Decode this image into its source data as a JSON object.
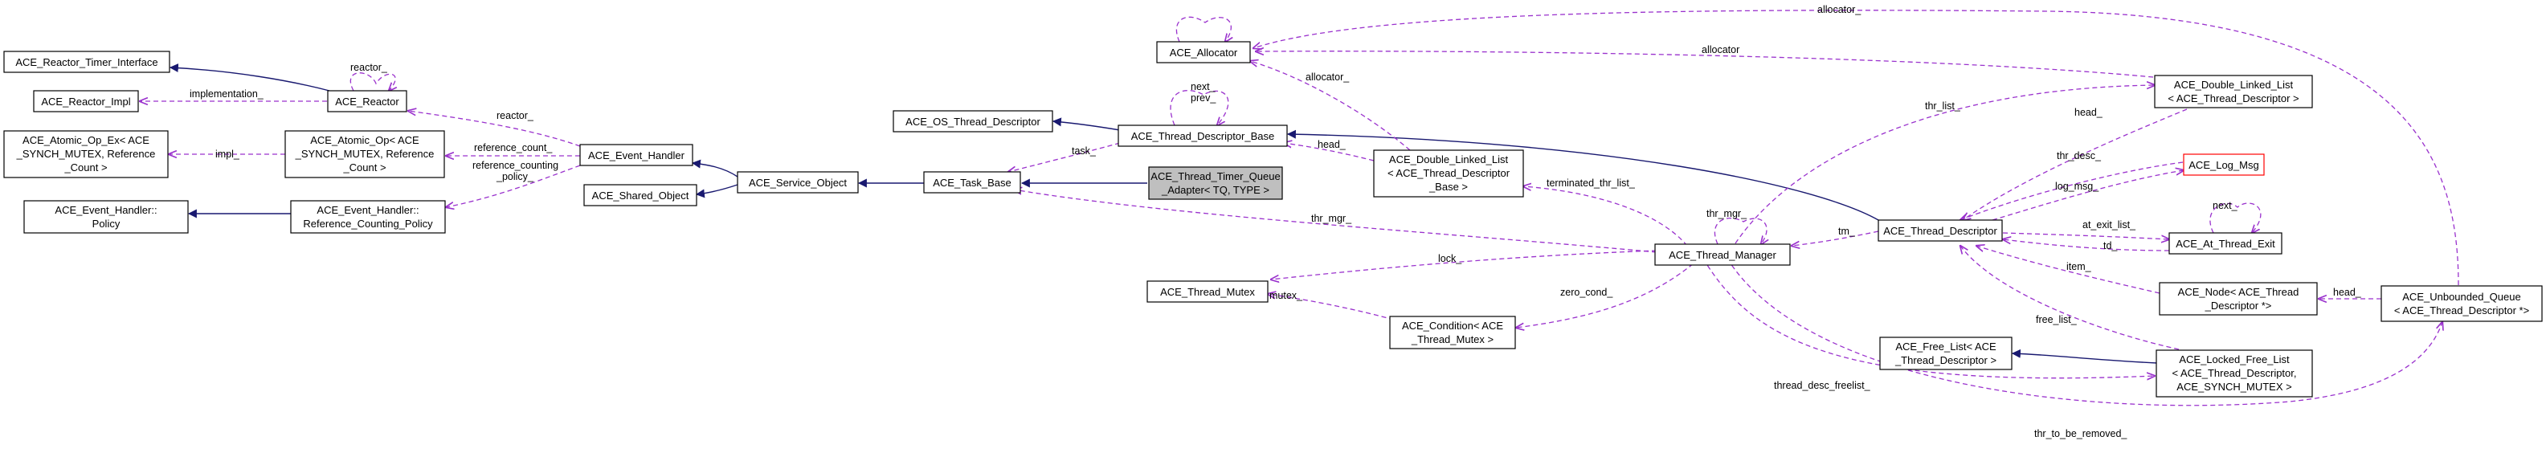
{
  "nodes": [
    {
      "id": "reactor_timer",
      "lines": [
        "ACE_Reactor_Timer_Interface"
      ]
    },
    {
      "id": "reactor_impl",
      "lines": [
        "ACE_Reactor_Impl"
      ]
    },
    {
      "id": "reactor",
      "lines": [
        "ACE_Reactor"
      ]
    },
    {
      "id": "atomic_op_ex",
      "lines": [
        "ACE_Atomic_Op_Ex< ACE",
        "_SYNCH_MUTEX, Reference",
        "_Count >"
      ]
    },
    {
      "id": "atomic_op",
      "lines": [
        "ACE_Atomic_Op< ACE",
        "_SYNCH_MUTEX, Reference",
        "_Count >"
      ]
    },
    {
      "id": "eh_policy",
      "lines": [
        "ACE_Event_Handler::",
        "Policy"
      ]
    },
    {
      "id": "eh_refpolicy",
      "lines": [
        "ACE_Event_Handler::",
        "Reference_Counting_Policy"
      ]
    },
    {
      "id": "event_handler",
      "lines": [
        "ACE_Event_Handler"
      ]
    },
    {
      "id": "shared_object",
      "lines": [
        "ACE_Shared_Object"
      ]
    },
    {
      "id": "service_object",
      "lines": [
        "ACE_Service_Object"
      ]
    },
    {
      "id": "os_thread_desc",
      "lines": [
        "ACE_OS_Thread_Descriptor"
      ]
    },
    {
      "id": "task_base",
      "lines": [
        "ACE_Task_Base"
      ]
    },
    {
      "id": "allocator",
      "lines": [
        "ACE_Allocator"
      ]
    },
    {
      "id": "thread_desc_base",
      "lines": [
        "ACE_Thread_Descriptor_Base"
      ]
    },
    {
      "id": "timer_queue_adapter",
      "lines": [
        "ACE_Thread_Timer_Queue",
        "_Adapter< TQ, TYPE >"
      ]
    },
    {
      "id": "dll_desc_base",
      "lines": [
        "ACE_Double_Linked_List",
        "< ACE_Thread_Descriptor",
        "_Base >"
      ]
    },
    {
      "id": "thread_mutex",
      "lines": [
        "ACE_Thread_Mutex"
      ]
    },
    {
      "id": "condition",
      "lines": [
        "ACE_Condition< ACE",
        "_Thread_Mutex >"
      ]
    },
    {
      "id": "thread_manager",
      "lines": [
        "ACE_Thread_Manager"
      ]
    },
    {
      "id": "thread_descriptor",
      "lines": [
        "ACE_Thread_Descriptor"
      ]
    },
    {
      "id": "log_msg",
      "lines": [
        "ACE_Log_Msg"
      ]
    },
    {
      "id": "dll_desc",
      "lines": [
        "ACE_Double_Linked_List",
        "< ACE_Thread_Descriptor >"
      ]
    },
    {
      "id": "at_thread_exit",
      "lines": [
        "ACE_At_Thread_Exit"
      ]
    },
    {
      "id": "node_desc",
      "lines": [
        "ACE_Node< ACE_Thread",
        "_Descriptor *>"
      ]
    },
    {
      "id": "free_list",
      "lines": [
        "ACE_Free_List< ACE",
        "_Thread_Descriptor >"
      ]
    },
    {
      "id": "locked_free_list",
      "lines": [
        "ACE_Locked_Free_List",
        "< ACE_Thread_Descriptor,",
        "ACE_SYNCH_MUTEX >"
      ]
    },
    {
      "id": "unbounded_queue",
      "lines": [
        "ACE_Unbounded_Queue",
        "< ACE_Thread_Descriptor *>"
      ]
    }
  ],
  "edge_labels": [
    {
      "id": "reactor_self",
      "text": "reactor_"
    },
    {
      "id": "implementation",
      "text": "implementation_"
    },
    {
      "id": "reactor_eh",
      "text": "reactor_"
    },
    {
      "id": "impl",
      "text": "impl_"
    },
    {
      "id": "reference_count",
      "text": "reference_count_"
    },
    {
      "id": "refcount_policy_1",
      "text": "reference_counting"
    },
    {
      "id": "refcount_policy_2",
      "text": "_policy_"
    },
    {
      "id": "next_prev_1",
      "text": "next_"
    },
    {
      "id": "next_prev_2",
      "text": "prev_"
    },
    {
      "id": "allocator_top",
      "text": "allocator_"
    },
    {
      "id": "allocator_dll",
      "text": "allocator"
    },
    {
      "id": "allocator_dllbase",
      "text": "allocator_"
    },
    {
      "id": "task",
      "text": "task_"
    },
    {
      "id": "head_dllbase",
      "text": "head_"
    },
    {
      "id": "thr_list",
      "text": "thr_list_"
    },
    {
      "id": "head_dll",
      "text": "head_"
    },
    {
      "id": "thr_desc",
      "text": "thr_desc_"
    },
    {
      "id": "log_msg",
      "text": "log_msg_"
    },
    {
      "id": "next_exit",
      "text": "next_"
    },
    {
      "id": "at_exit_list",
      "text": "at_exit_list_"
    },
    {
      "id": "td",
      "text": "td_"
    },
    {
      "id": "item",
      "text": "item_"
    },
    {
      "id": "head_queue",
      "text": "head_"
    },
    {
      "id": "terminated_thr_list",
      "text": "terminated_thr_list_"
    },
    {
      "id": "thr_mgr_self",
      "text": "thr_mgr_"
    },
    {
      "id": "thr_mgr",
      "text": "thr_mgr_"
    },
    {
      "id": "tm",
      "text": "tm_"
    },
    {
      "id": "lock",
      "text": "lock_"
    },
    {
      "id": "zero_cond",
      "text": "zero_cond_"
    },
    {
      "id": "mutex",
      "text": "mutex_"
    },
    {
      "id": "free_list",
      "text": "free_list_"
    },
    {
      "id": "thread_desc_freelist",
      "text": "thread_desc_freelist_"
    },
    {
      "id": "thr_to_be_removed",
      "text": "thr_to_be_removed_"
    }
  ],
  "colors": {
    "inheritance": "#191970",
    "usage": "#9a32cd",
    "focus_fill": "#bfbfbf",
    "undocumented_border": "#ff0000"
  }
}
